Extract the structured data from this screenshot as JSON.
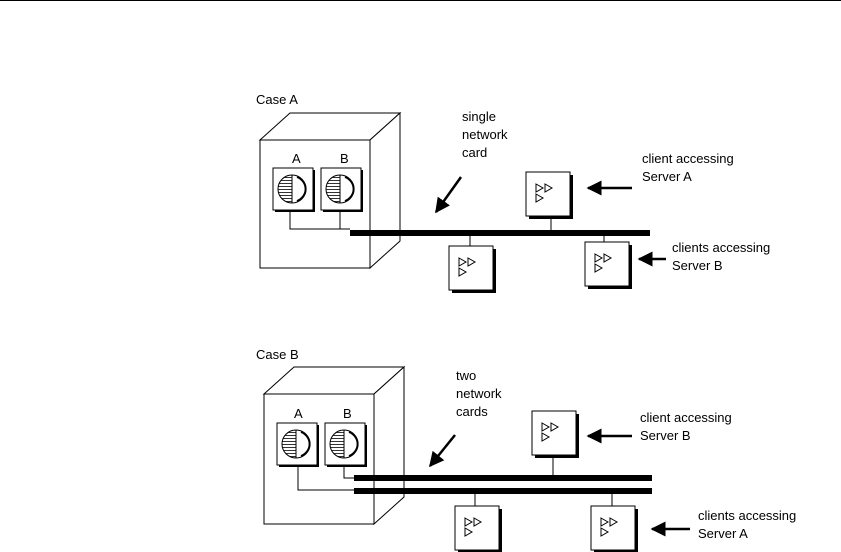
{
  "case_a": {
    "title": "Case A",
    "server_a_label": "A",
    "server_b_label": "B",
    "nic_note": [
      "single",
      "network",
      "card"
    ],
    "client_top_label": [
      "client accessing",
      "Server A"
    ],
    "client_bottom_label": [
      "clients accessing",
      "Server B"
    ]
  },
  "case_b": {
    "title": "Case B",
    "server_a_label": "A",
    "server_b_label": "B",
    "nic_note": [
      "two",
      "network",
      "cards"
    ],
    "client_top_label": [
      "client accessing",
      "Server B"
    ],
    "client_bottom_label": [
      "clients accessing",
      "Server A"
    ]
  }
}
